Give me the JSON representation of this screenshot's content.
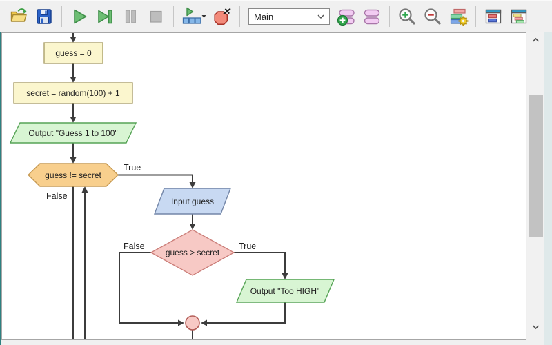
{
  "toolbar": {
    "icons": [
      "open-folder",
      "save-floppy",
      "run-play",
      "step-forward",
      "pause",
      "stop",
      "run-speed-dropdown",
      "clear-breakpoint",
      "add-function",
      "manage-functions",
      "zoom-in",
      "zoom-out",
      "variable-watch-settings",
      "console-window-layout",
      "tiled-window-layout"
    ],
    "function_selector": {
      "value": "Main"
    }
  },
  "flowchart": {
    "nodes": [
      {
        "type": "assignment",
        "label": "guess = 0"
      },
      {
        "type": "assignment",
        "label": "secret = random(100) + 1"
      },
      {
        "type": "output",
        "label": "Output \"Guess 1 to 100\""
      },
      {
        "type": "loop",
        "label": "guess != secret",
        "true_branch": "True",
        "false_branch": "False"
      },
      {
        "type": "input",
        "label": "Input guess"
      },
      {
        "type": "decision",
        "label": "guess > secret",
        "true_branch": "True",
        "false_branch": "False"
      },
      {
        "type": "output",
        "label": "Output \"Too HIGH\""
      },
      {
        "type": "connector",
        "label": ""
      }
    ],
    "colors": {
      "assignment_fill": "#FBF6CE",
      "assignment_border": "#ABA06B",
      "output_fill": "#D8F5D3",
      "output_border": "#56A356",
      "loop_fill": "#F8CF8D",
      "loop_border": "#C79A52",
      "input_fill": "#C8D9F2",
      "input_border": "#7386A8",
      "decision_fill": "#F7C9C5",
      "decision_border": "#CC7F7A",
      "connector_fill": "#F7C9C5",
      "connector_border": "#B25B55",
      "edge_line": "#3C3C3C",
      "window_accent": "#2E8080"
    }
  }
}
